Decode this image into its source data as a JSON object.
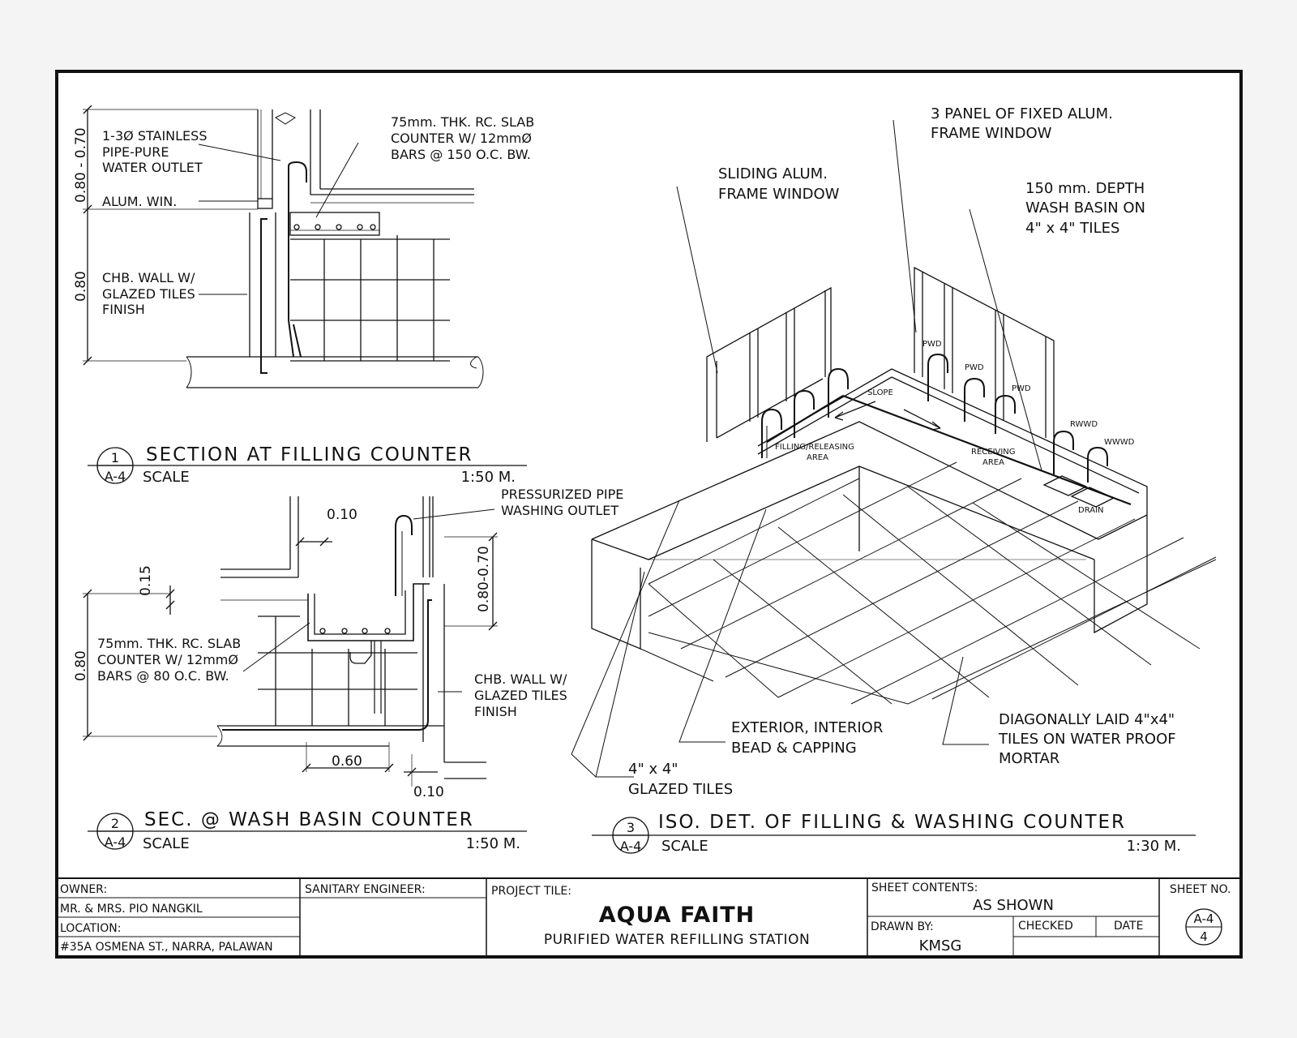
{
  "detail1": {
    "dim_top": "0.80 - 0.70",
    "dim_wall": "0.80",
    "label_pipe": [
      "1-3Ø STAINLESS",
      "PIPE-PURE",
      "WATER OUTLET"
    ],
    "label_win": "ALUM. WIN.",
    "label_wall": [
      "CHB. WALL W/",
      "GLAZED TILES",
      "FINISH"
    ],
    "label_slab": [
      "75mm. THK. RC. SLAB",
      "COUNTER W/ 12mmØ",
      "BARS @ 150 O.C. BW."
    ],
    "num": "1",
    "sheet_ref": "A-4",
    "title": "SECTION AT FILLING COUNTER",
    "scale_label": "SCALE",
    "scale_value": "1:50 M."
  },
  "detail2": {
    "dim_010_top": "0.10",
    "dim_015": "0.15",
    "dim_wall": "0.80",
    "dim_right": "0.80-0.70",
    "dim_060": "0.60",
    "dim_010_bottom": "0.10",
    "label_outlet": [
      "PRESSURIZED PIPE",
      "WASHING OUTLET"
    ],
    "label_slab": [
      "75mm. THK. RC. SLAB",
      "COUNTER W/ 12mmØ",
      "BARS @ 80 O.C. BW."
    ],
    "label_wall": [
      "CHB. WALL W/",
      "GLAZED TILES",
      "FINISH"
    ],
    "num": "2",
    "sheet_ref": "A-4",
    "title": "SEC. @ WASH BASIN COUNTER",
    "scale_label": "SCALE",
    "scale_value": "1:50 M."
  },
  "detail3": {
    "label_fixed": [
      "3 PANEL OF FIXED ALUM.",
      "FRAME WINDOW"
    ],
    "label_sliding": [
      "SLIDING ALUM.",
      "FRAME WINDOW"
    ],
    "label_basin": [
      "150 mm. DEPTH",
      "WASH BASIN ON",
      "4\" x 4\" TILES"
    ],
    "tags": {
      "pwd": "PWD",
      "slope": "SLOPE",
      "rwwd": "RWWD",
      "wwwd": "WWWD",
      "drain": "DRAIN",
      "filling": [
        "FILLING/RELEASING",
        "AREA"
      ],
      "receiving": [
        "RECEIVING",
        "AREA"
      ]
    },
    "label_bead": [
      "EXTERIOR, INTERIOR",
      "BEAD & CAPPING"
    ],
    "label_glazed": [
      "4\" x 4\"",
      "GLAZED TILES"
    ],
    "label_diag": [
      "DIAGONALLY LAID 4\"x4\"",
      "TILES ON WATER PROOF",
      "MORTAR"
    ],
    "num": "3",
    "sheet_ref": "A-4",
    "title": "ISO. DET. OF FILLING & WASHING COUNTER",
    "scale_label": "SCALE",
    "scale_value": "1:30 M."
  },
  "title_block": {
    "owner_label": "OWNER:",
    "owner_value": "MR. & MRS. PIO NANGKIL",
    "location_label": "LOCATION:",
    "location_value": "#35A OSMENA ST., NARRA, PALAWAN",
    "engineer_label": "SANITARY ENGINEER:",
    "project_label": "PROJECT TILE:",
    "project_name": "AQUA FAITH",
    "project_sub": "PURIFIED WATER REFILLING STATION",
    "contents_label": "SHEET CONTENTS:",
    "contents_value": "AS SHOWN",
    "drawn_label": "DRAWN BY:",
    "drawn_value": "KMSG",
    "checked_label": "CHECKED",
    "date_label": "DATE",
    "sheet_no_label": "SHEET NO.",
    "sheet_no": "A-4",
    "sheet_count": "4"
  }
}
